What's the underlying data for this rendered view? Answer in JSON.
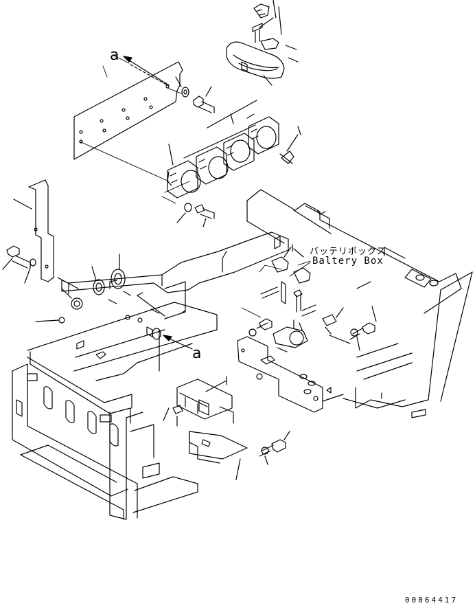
{
  "labels": {
    "view_ref_top": "a",
    "view_ref_mid": "a",
    "battery_box_jp": "バッテリボックス",
    "battery_box_en": "Baltery Box",
    "drawing_number": "00064417"
  }
}
